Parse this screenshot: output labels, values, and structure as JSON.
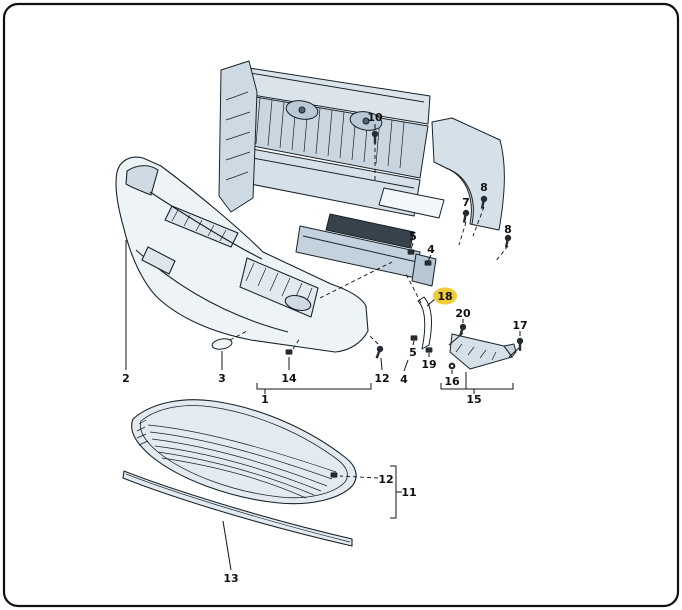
{
  "figure": {
    "type": "exploded-parts-diagram",
    "subject": "Front bumper, carrier brackets and lower grille assembly",
    "highlighted_callout": "18",
    "colors": {
      "highlight": "#f0cc39",
      "line": "#18222a",
      "panel_fill": "#d6e0e8",
      "background": "#ffffff"
    },
    "icons": {
      "screw": "screw-icon",
      "clip": "clip-icon",
      "nut": "nut-icon"
    }
  },
  "callouts": [
    {
      "label": "10",
      "highlighted": false
    },
    {
      "label": "8",
      "highlighted": false
    },
    {
      "label": "7",
      "highlighted": false
    },
    {
      "label": "8",
      "highlighted": false
    },
    {
      "label": "5",
      "highlighted": false
    },
    {
      "label": "4",
      "highlighted": false
    },
    {
      "label": "18",
      "highlighted": true
    },
    {
      "label": "20",
      "highlighted": false
    },
    {
      "label": "17",
      "highlighted": false
    },
    {
      "label": "5",
      "highlighted": false
    },
    {
      "label": "19",
      "highlighted": false
    },
    {
      "label": "16",
      "highlighted": false
    },
    {
      "label": "12",
      "highlighted": false
    },
    {
      "label": "4",
      "highlighted": false
    },
    {
      "label": "14",
      "highlighted": false
    },
    {
      "label": "3",
      "highlighted": false
    },
    {
      "label": "2",
      "highlighted": false
    },
    {
      "label": "1",
      "highlighted": false
    },
    {
      "label": "15",
      "highlighted": false
    },
    {
      "label": "12",
      "highlighted": false
    },
    {
      "label": "11",
      "highlighted": false
    },
    {
      "label": "13",
      "highlighted": false
    }
  ]
}
